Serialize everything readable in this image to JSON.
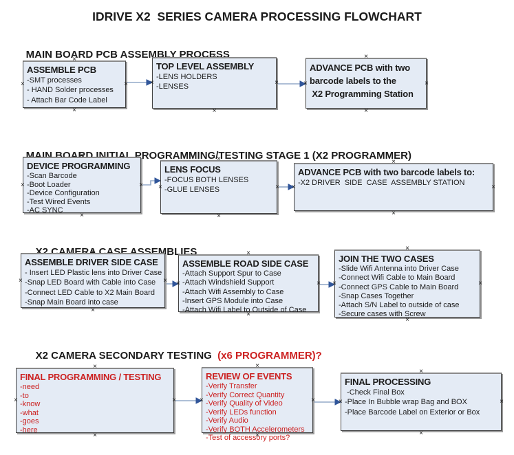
{
  "title": "IDRIVE X2  SERIES CAMERA PROCESSING FLOWCHART",
  "icons": {
    "connection_handle": "×"
  },
  "colors": {
    "background": "#ffffff",
    "ink": "#1c1c1c",
    "red_text": "#cc2222",
    "box_fill": "#e4ebf5",
    "box_border": "#424242",
    "box_border_top": "#8a8a8a",
    "box_shadow": "#9a9a9a",
    "arrow_line": "#94aac8",
    "arrow_head": "#31569a"
  },
  "sections": [
    {
      "heading": "MAIN BOARD PCB ASSEMBLY PROCESS",
      "heading_red": ""
    },
    {
      "heading": "MAIN BOARD INITIAL PROGRAMMING/TESTING STAGE 1 (X2 PROGRAMMER)",
      "heading_red": ""
    },
    {
      "heading": "X2 CAMERA CASE ASSEMBLIES",
      "heading_red": ""
    },
    {
      "heading": "X2 CAMERA SECONDARY TESTING ",
      "heading_red": " (x6 PROGRAMMER)?"
    }
  ],
  "boxes": {
    "assemble_pcb": {
      "title": "ASSEMBLE PCB",
      "items": [
        "-SMT processes",
        "- HAND Solder processes",
        "- Attach Bar Code Label"
      ]
    },
    "top_level_assembly": {
      "title": "TOP LEVEL ASSEMBLY",
      "items": [
        "-LENS HOLDERS",
        "-LENSES"
      ]
    },
    "advance_to_programming": {
      "bold_lines": [
        "ADVANCE PCB with two",
        "barcode labels to the",
        " X2 Programming Station"
      ]
    },
    "device_programming": {
      "title": "DEVICE PROGRAMMING",
      "items": [
        "-Scan Barcode",
        "-Boot Loader",
        "-Device Configuration",
        "-Test Wired Events",
        "-AC SYNC"
      ]
    },
    "lens_focus": {
      "title": "LENS FOCUS",
      "items": [
        "-FOCUS BOTH LENSES",
        "-GLUE LENSES"
      ]
    },
    "advance_to_assembly": {
      "title": "ADVANCE PCB with two barcode labels to:",
      "items": [
        "-X2 DRIVER  SIDE  CASE  ASSEMBLY STATION"
      ]
    },
    "assemble_driver_side_case": {
      "title": "ASSEMBLE DRIVER SIDE CASE",
      "items": [
        "- Insert LED Plastic lens into Driver Case",
        "-Snap LED Board with Cable into Case",
        "-Connect LED Cable to X2 Main Board",
        "-Snap Main Board into case"
      ]
    },
    "assemble_road_side_case": {
      "title": "ASSEMBLE ROAD SIDE CASE",
      "items": [
        "-Attach Support Spur to Case",
        "-Attach Windshield Support",
        "-Attach Wifi Assembly to Case",
        "-Insert GPS Module into Case",
        "-Attach Wifi Label to Outside of Case"
      ]
    },
    "join_the_two_cases": {
      "title": "JOIN THE TWO CASES",
      "items": [
        "-Slide Wifi Antenna into Driver Case",
        "-Connect Wifi Cable to Main Board",
        "-Connect GPS Cable to Main Board",
        "-Snap Cases Together",
        "-Attach S/N Label to outside of case",
        "-Secure cases with Screw"
      ]
    },
    "final_programming_testing": {
      "title": "FINAL PROGRAMMING / TESTING",
      "items": [
        "-need",
        "-to",
        "-know",
        "-what",
        "-goes",
        "-here"
      ]
    },
    "review_of_events": {
      "title": "REVIEW OF EVENTS",
      "items": [
        "-Verify Transfer",
        "-Verify Correct Quantity",
        "-Verify Quality of Video",
        "-Verify LEDs function",
        "-Verify Audio",
        "-Verify BOTH Accelerometers",
        "-Test of accessory ports?"
      ]
    },
    "final_processing": {
      "title": "FINAL PROCESSING",
      "items": [
        " -Check Final Box",
        "-Place In Bubble wrap Bag and BOX",
        "-Place Barcode Label on Exterior or Box"
      ]
    }
  }
}
